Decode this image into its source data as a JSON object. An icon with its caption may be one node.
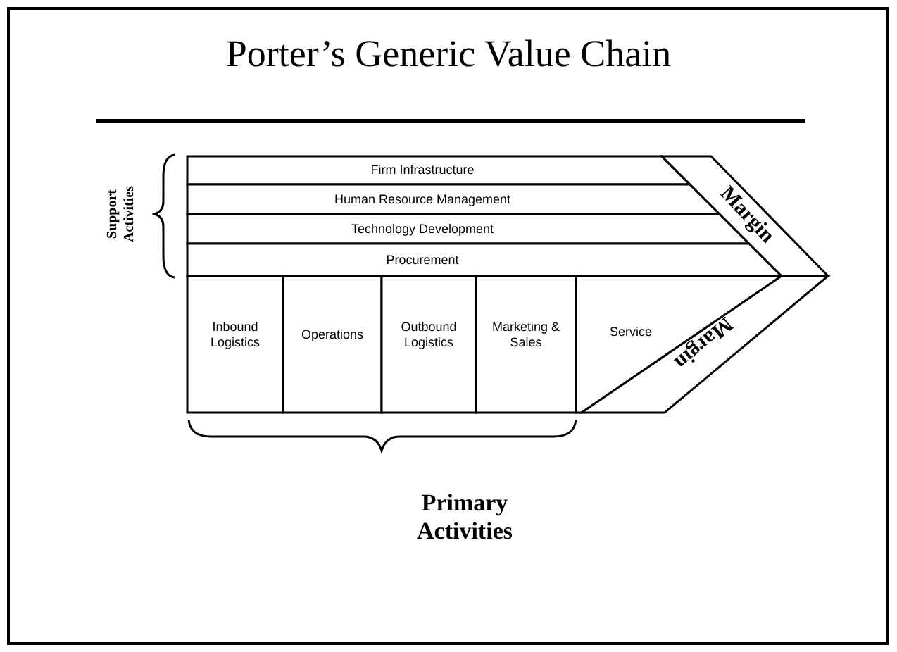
{
  "diagram": {
    "title": "Porter’s Generic Value Chain",
    "nodes": [
      {
        "text": [
          "Firm Infrastructure"
        ]
      },
      {
        "text": [
          "Human Resource Management"
        ]
      },
      {
        "text": [
          "Technology Development"
        ]
      },
      {
        "text": [
          "Procurement"
        ]
      },
      {
        "text": [
          "Inbound Logistics"
        ]
      },
      {
        "text": [
          "Operations"
        ]
      },
      {
        "text": [
          "Outbound Logistics"
        ]
      },
      {
        "text": [
          "Marketing & Sales"
        ]
      },
      {
        "text": [
          "Service"
        ]
      },
      {
        "text": [
          "Margin"
        ]
      },
      {
        "text": [
          "Margin"
        ]
      }
    ],
    "labels": [
      "Support Activities",
      "Primary Activities"
    ]
  }
}
